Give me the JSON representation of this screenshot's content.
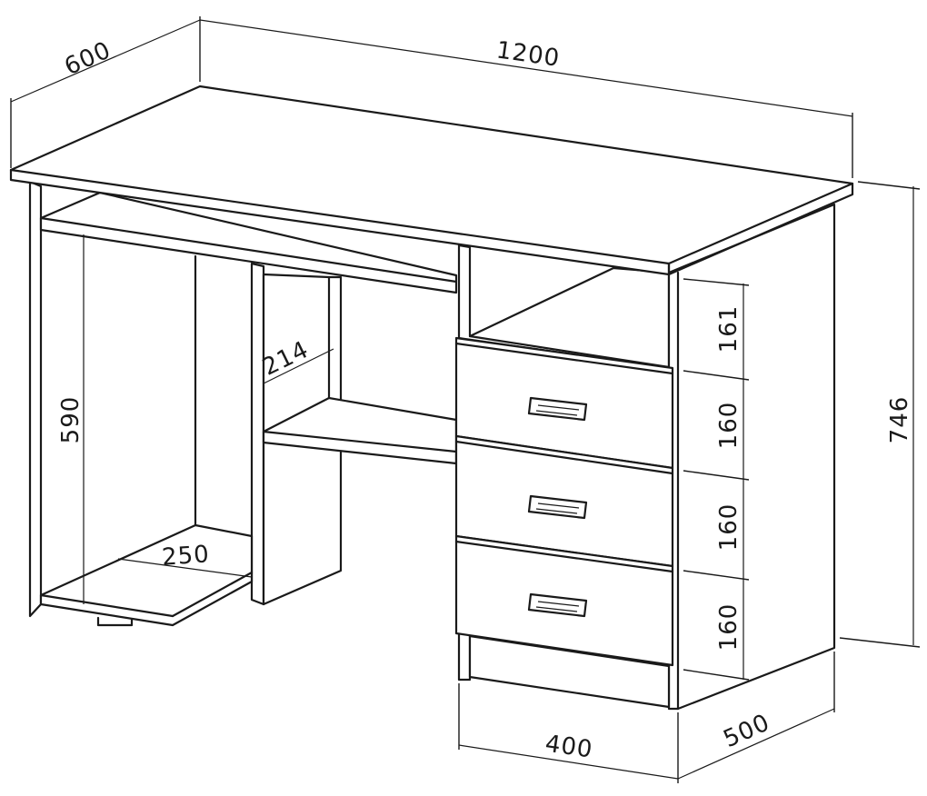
{
  "diagram": {
    "subject": "desk",
    "colors": {
      "line": "#1a1a1a",
      "background": "#ffffff"
    },
    "dimensions": {
      "width": "1200",
      "depth": "600",
      "height": "746",
      "drawer_1": "161",
      "drawer_2": "160",
      "drawer_3": "160",
      "drawer_4": "160",
      "pedestal_width": "400",
      "pedestal_depth": "500",
      "leg_space_height": "590",
      "shelf_depth": "214",
      "stand_depth": "250"
    }
  }
}
